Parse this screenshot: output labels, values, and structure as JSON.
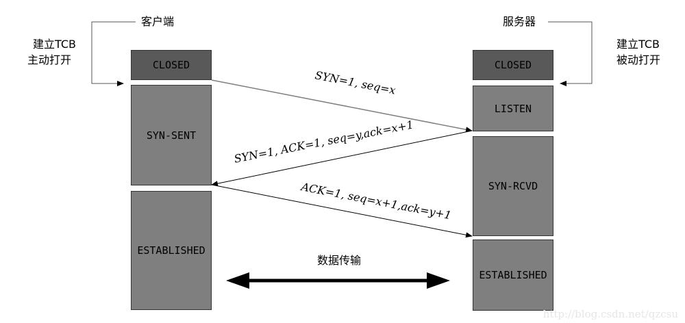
{
  "client": {
    "title": "客户端",
    "open_note_line1": "建立TCB",
    "open_note_line2": "主动打开",
    "states": [
      "CLOSED",
      "SYN-SENT",
      "ESTABLISHED"
    ]
  },
  "server": {
    "title": "服务器",
    "open_note_line1": "建立TCB",
    "open_note_line2": "被动打开",
    "states": [
      "CLOSED",
      "LISTEN",
      "SYN-RCVD",
      "ESTABLISHED"
    ]
  },
  "messages": {
    "syn": "SYN=1, seq=x",
    "syn_ack": "SYN=1, ACK=1, seq=y,ack=x+1",
    "ack": "ACK=1, seq=x+1,ack=y+1"
  },
  "data_transfer": "数据传输",
  "watermark": "http://blog.csdn.net/qzcsu",
  "colors": {
    "closed_box": "#595959",
    "state_box": "#7f7f7f",
    "arrow": "#000000"
  }
}
